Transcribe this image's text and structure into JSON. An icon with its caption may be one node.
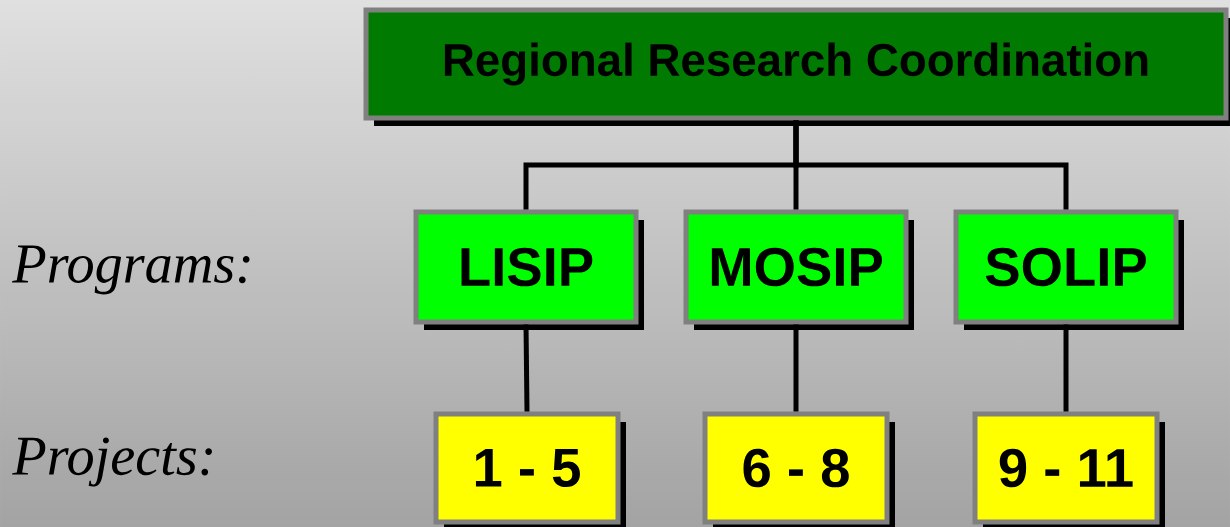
{
  "diagram": {
    "nodes": [
      {
        "text": [
          "Regional Research Coordination"
        ]
      },
      {
        "text": [
          "LISIP"
        ]
      },
      {
        "text": [
          "MOSIP"
        ]
      },
      {
        "text": [
          "SOLIP"
        ]
      },
      {
        "text": [
          "1 - 5"
        ]
      },
      {
        "text": [
          "6 - 8"
        ]
      },
      {
        "text": [
          "9 - 11"
        ]
      }
    ],
    "edges": [
      {
        "from": 0,
        "to": 1,
        "arrow": "none"
      },
      {
        "from": 0,
        "to": 2,
        "arrow": "none"
      },
      {
        "from": 0,
        "to": 3,
        "arrow": "none"
      },
      {
        "from": 1,
        "to": 4,
        "arrow": "none"
      },
      {
        "from": 2,
        "to": 5,
        "arrow": "none"
      },
      {
        "from": 3,
        "to": 6,
        "arrow": "none"
      }
    ],
    "labels": [
      "Programs:",
      "Projects:"
    ]
  }
}
